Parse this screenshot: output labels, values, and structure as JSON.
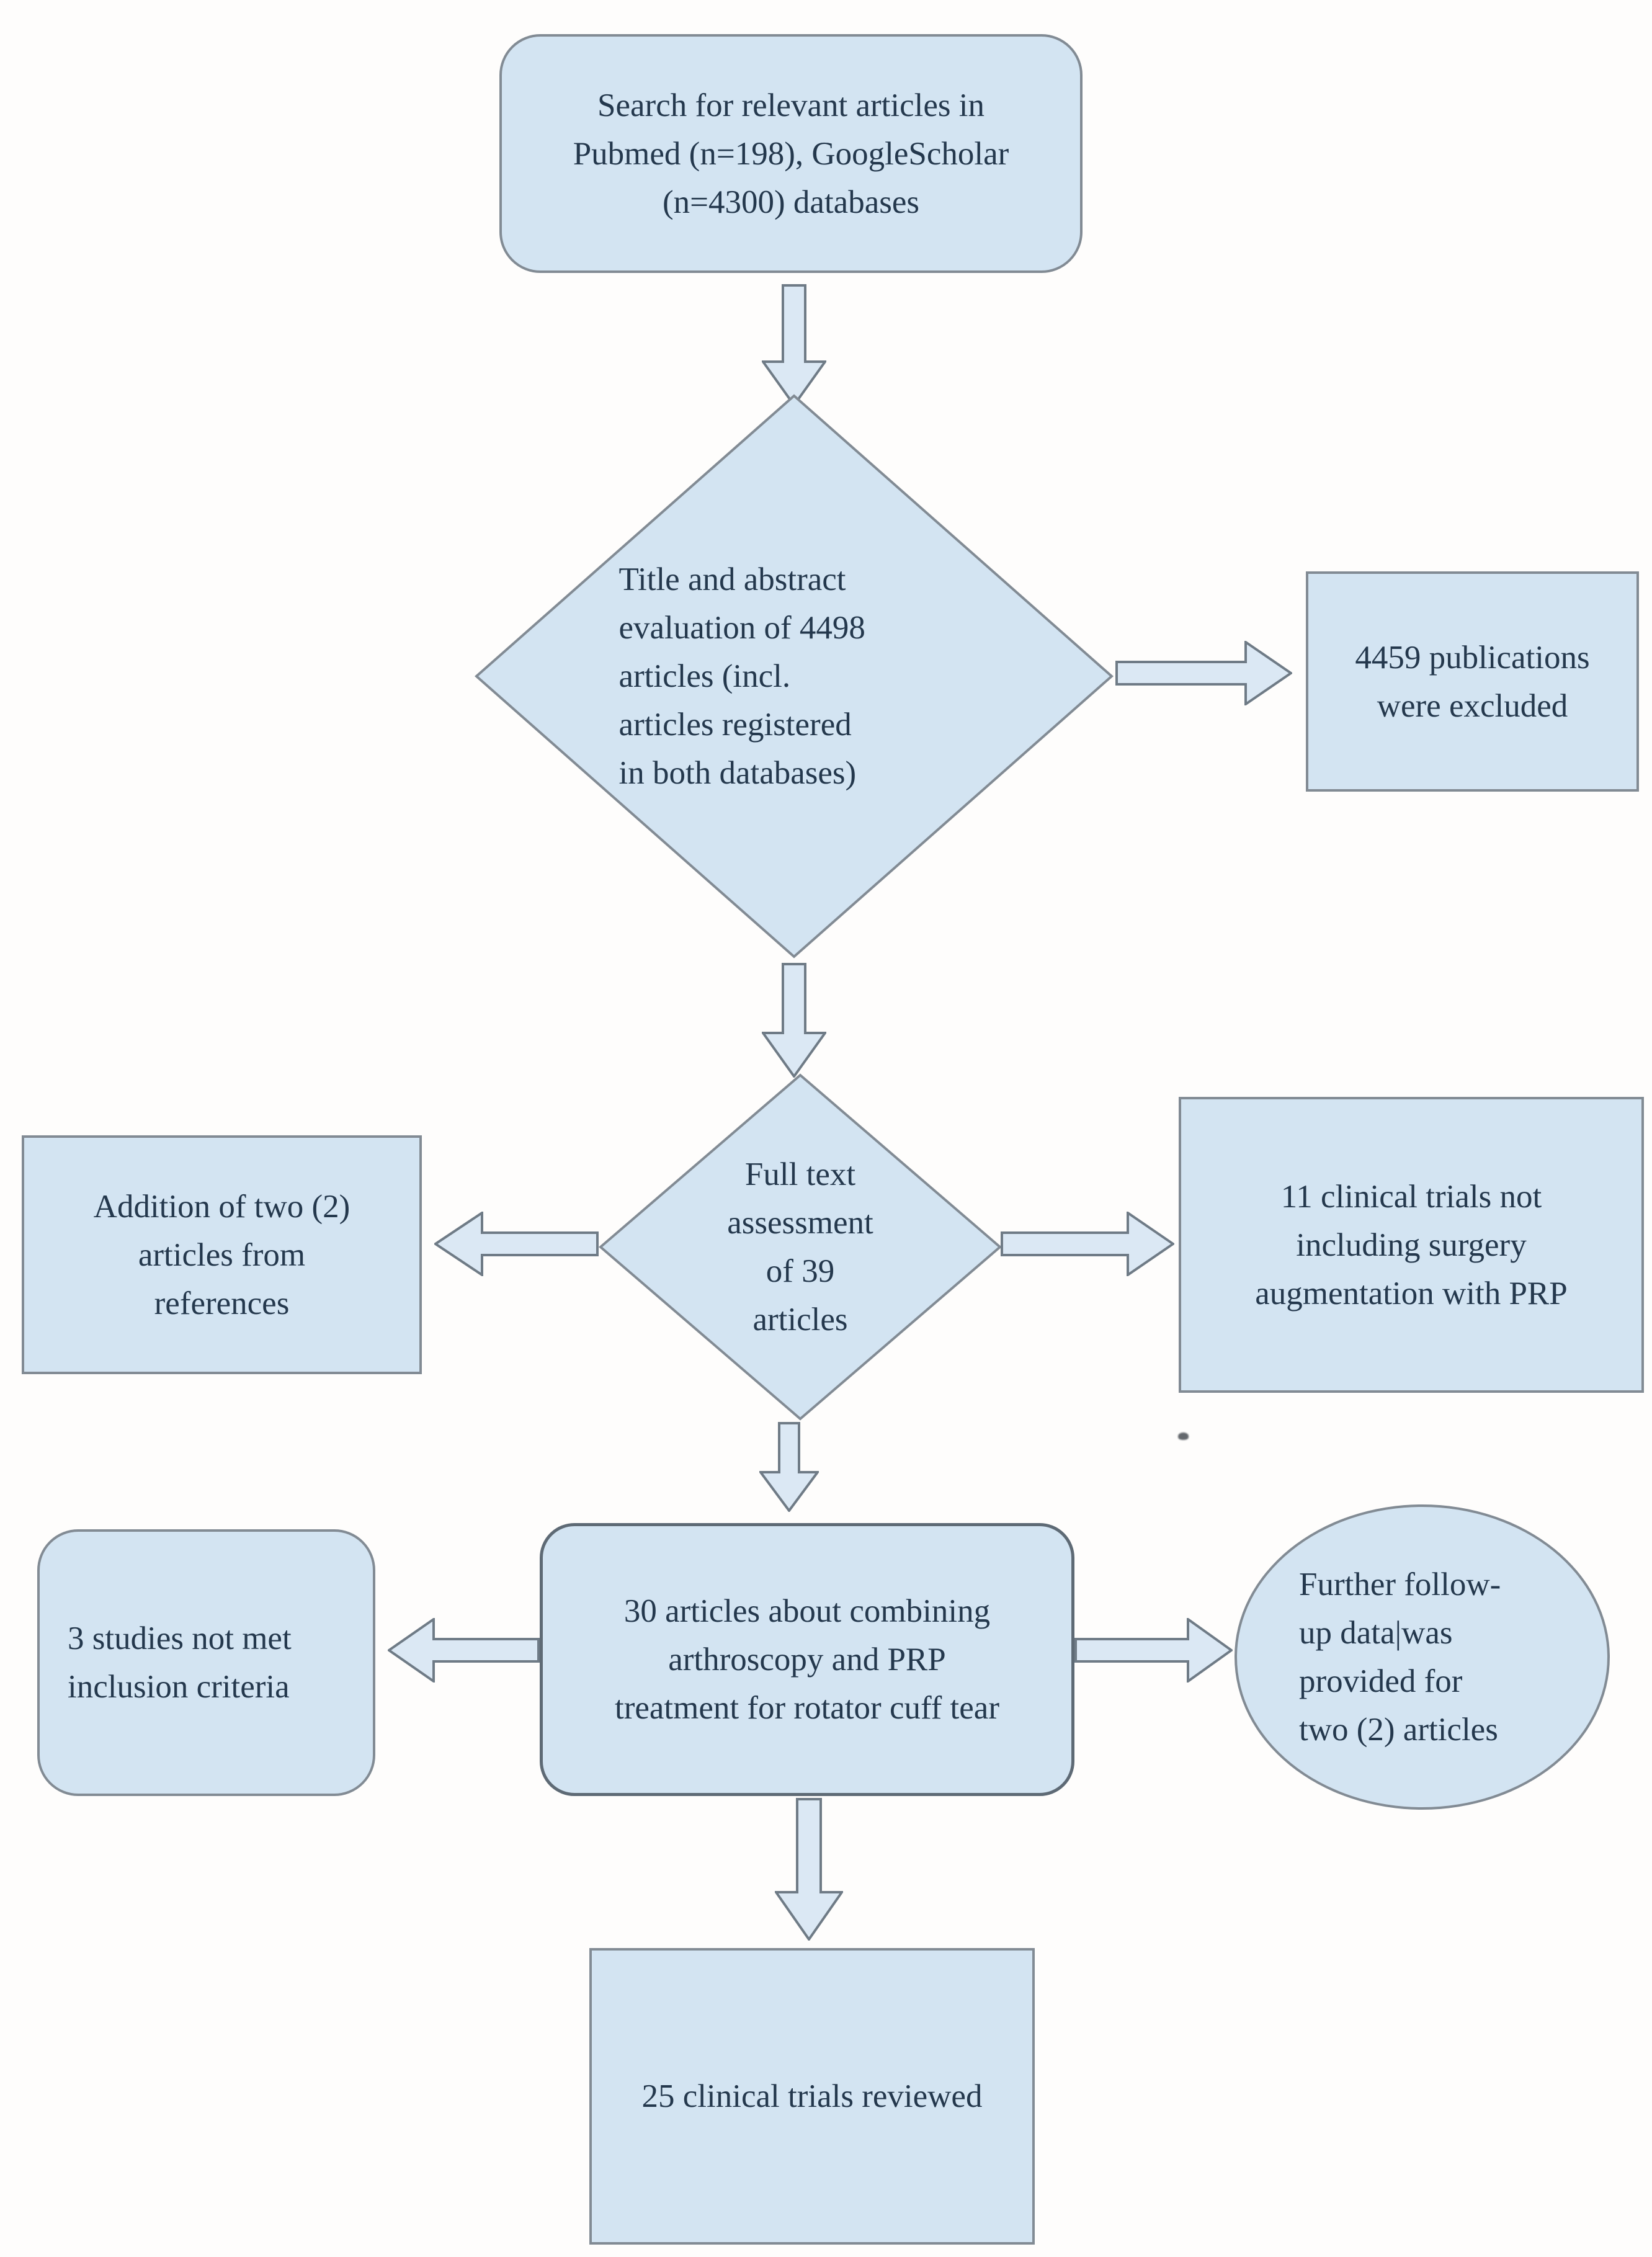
{
  "figure": {
    "type": "flowchart",
    "description_visible": false
  },
  "palette": {
    "node_fill": "#d3e4f2",
    "node_border": "#828b94",
    "heavy_border": "#5e6a75",
    "arrow_fill": "#dbe8f4",
    "arrow_stroke": "#6f7b86",
    "text": "#24384d",
    "background": "#fefdfc"
  },
  "nodes": {
    "search": {
      "shape": "rounded-rect",
      "lines": [
        "Search for relevant articles in",
        "Pubmed (n=198), GoogleScholar",
        "(n=4300) databases"
      ]
    },
    "title_abstract_eval": {
      "shape": "diamond",
      "lines": [
        "Title and abstract",
        "evaluation of 4498",
        "articles (incl.",
        "articles registered",
        "in both databases)"
      ]
    },
    "publications_excluded": {
      "shape": "rect",
      "lines": [
        "4459 publications",
        "were excluded"
      ]
    },
    "full_text_assessment": {
      "shape": "diamond",
      "lines": [
        "Full text",
        "assessment",
        "of 39",
        "articles"
      ]
    },
    "addition_from_references": {
      "shape": "rect",
      "lines": [
        "Addition of two (2)",
        "articles from",
        "references"
      ]
    },
    "trials_not_including_surgery": {
      "shape": "rect",
      "lines": [
        "11 clinical trials not",
        "including surgery",
        "augmentation with PRP"
      ]
    },
    "articles_combining": {
      "shape": "rounded-rect",
      "lines": [
        "30 articles about combining",
        "arthroscopy and PRP",
        "treatment for rotator cuff tear"
      ]
    },
    "studies_not_met": {
      "shape": "rounded-rect",
      "lines": [
        "3 studies not met",
        "inclusion criteria"
      ]
    },
    "followup_data": {
      "shape": "ellipse",
      "lines": [
        "Further follow-",
        "up data|was",
        "provided for",
        "two (2) articles"
      ]
    },
    "trials_reviewed": {
      "shape": "rect",
      "lines": [
        "25 clinical trials reviewed"
      ]
    }
  },
  "edges": [
    {
      "from": "search",
      "to": "title_abstract_eval",
      "direction": "down"
    },
    {
      "from": "title_abstract_eval",
      "to": "publications_excluded",
      "direction": "right"
    },
    {
      "from": "title_abstract_eval",
      "to": "full_text_assessment",
      "direction": "down"
    },
    {
      "from": "full_text_assessment",
      "to": "addition_from_references",
      "direction": "left"
    },
    {
      "from": "full_text_assessment",
      "to": "trials_not_including_surgery",
      "direction": "right"
    },
    {
      "from": "full_text_assessment",
      "to": "articles_combining",
      "direction": "down"
    },
    {
      "from": "articles_combining",
      "to": "studies_not_met",
      "direction": "left"
    },
    {
      "from": "articles_combining",
      "to": "followup_data",
      "direction": "right"
    },
    {
      "from": "articles_combining",
      "to": "trials_reviewed",
      "direction": "down"
    }
  ]
}
